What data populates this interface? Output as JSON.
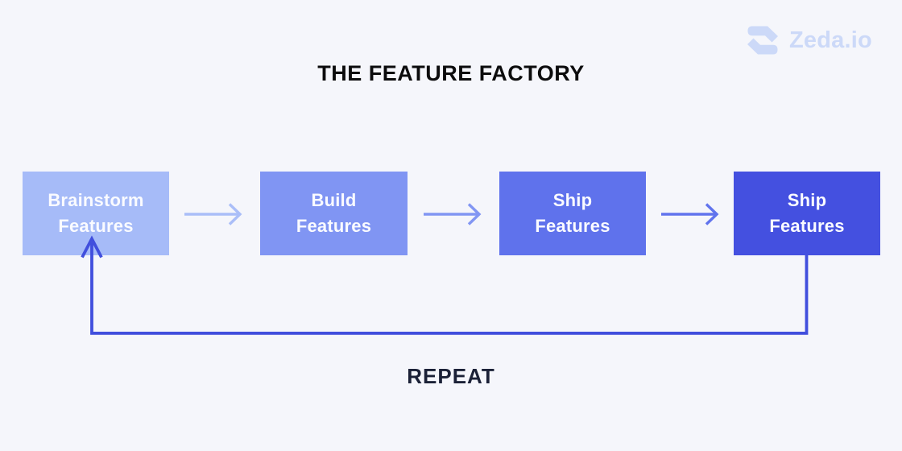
{
  "header": {
    "title": "THE FEATURE FACTORY",
    "logo_text": "Zeda.io"
  },
  "diagram": {
    "boxes": [
      {
        "line1": "Brainstorm",
        "line2": "Features"
      },
      {
        "line1": "Build",
        "line2": "Features"
      },
      {
        "line1": "Ship",
        "line2": "Features"
      },
      {
        "line1": "Ship",
        "line2": "Features"
      }
    ],
    "repeat_label": "REPEAT"
  },
  "icons": {
    "logo": "zeda-loop-arrows-icon",
    "connectors": [
      "right-arrow-icon",
      "right-arrow-icon",
      "right-arrow-icon",
      "loop-back-arrow-icon"
    ]
  },
  "colors": {
    "background": "#f5f6fb",
    "title_text": "#0c0c0d",
    "repeat_text": "#1b2137",
    "box_text": "#fafbff",
    "box1": "#a6bbf8",
    "box2": "#8095f3",
    "box3": "#5f72ec",
    "box4": "#4450e0",
    "arrow1": "#aabef8",
    "arrow2": "#8296f3",
    "arrow3": "#6174ed",
    "loop": "#414fdd",
    "logo": "#ccd9f8"
  }
}
